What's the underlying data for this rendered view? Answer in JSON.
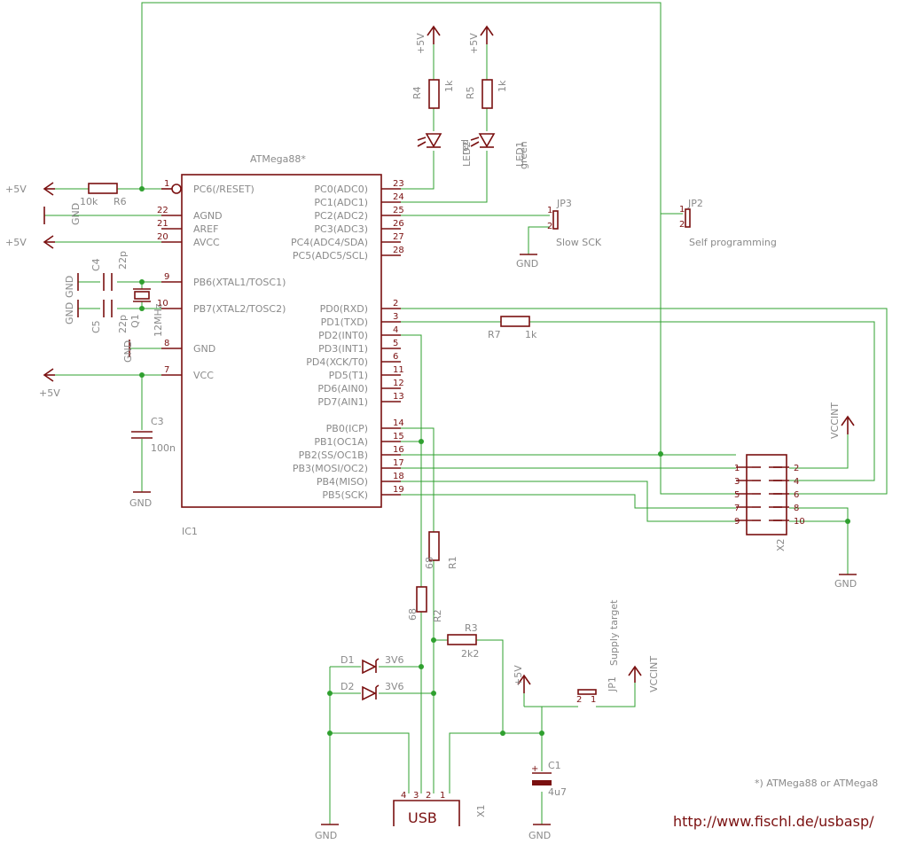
{
  "schematic": {
    "url": "http://www.fischl.de/usbasp/",
    "footnote": "*) ATMega88 or ATMega8",
    "mcu": {
      "name": "ATMega88*",
      "ref": "IC1",
      "left_pins": [
        {
          "num": "1",
          "name": "PC6(/RESET)"
        },
        {
          "num": "22",
          "name": "AGND"
        },
        {
          "num": "21",
          "name": "AREF"
        },
        {
          "num": "20",
          "name": "AVCC"
        },
        {
          "num": "9",
          "name": "PB6(XTAL1/TOSC1)"
        },
        {
          "num": "10",
          "name": "PB7(XTAL2/TOSC2)"
        },
        {
          "num": "8",
          "name": "GND"
        },
        {
          "num": "7",
          "name": "VCC"
        }
      ],
      "right_pins": [
        {
          "num": "23",
          "name": "PC0(ADC0)"
        },
        {
          "num": "24",
          "name": "PC1(ADC1)"
        },
        {
          "num": "25",
          "name": "PC2(ADC2)"
        },
        {
          "num": "26",
          "name": "PC3(ADC3)"
        },
        {
          "num": "27",
          "name": "PC4(ADC4/SDA)"
        },
        {
          "num": "28",
          "name": "PC5(ADC5/SCL)"
        },
        {
          "num": "2",
          "name": "PD0(RXD)"
        },
        {
          "num": "3",
          "name": "PD1(TXD)"
        },
        {
          "num": "4",
          "name": "PD2(INT0)"
        },
        {
          "num": "5",
          "name": "PD3(INT1)"
        },
        {
          "num": "6",
          "name": "PD4(XCK/T0)"
        },
        {
          "num": "11",
          "name": "PD5(T1)"
        },
        {
          "num": "12",
          "name": "PD6(AIN0)"
        },
        {
          "num": "13",
          "name": "PD7(AIN1)"
        },
        {
          "num": "14",
          "name": "PB0(ICP)"
        },
        {
          "num": "15",
          "name": "PB1(OC1A)"
        },
        {
          "num": "16",
          "name": "PB2(SS/OC1B)"
        },
        {
          "num": "17",
          "name": "PB3(MOSI/OC2)"
        },
        {
          "num": "18",
          "name": "PB4(MISO)"
        },
        {
          "num": "19",
          "name": "PB5(SCK)"
        }
      ]
    },
    "power": {
      "vcc": "+5V",
      "gnd": "GND",
      "vccint": "VCCINT"
    },
    "parts": {
      "r1": {
        "ref": "R1",
        "value": "68"
      },
      "r2": {
        "ref": "R2",
        "value": "68"
      },
      "r3": {
        "ref": "R3",
        "value": "2k2"
      },
      "r4": {
        "ref": "R4",
        "value": "1k"
      },
      "r5": {
        "ref": "R5",
        "value": "1k"
      },
      "r6": {
        "ref": "R6",
        "value": "10k"
      },
      "r7": {
        "ref": "R7",
        "value": "1k"
      },
      "c1": {
        "ref": "C1",
        "value": "4u7"
      },
      "c3": {
        "ref": "C3",
        "value": "100n"
      },
      "c4": {
        "ref": "C4",
        "value": "22p"
      },
      "c5": {
        "ref": "C5",
        "value": "22p"
      },
      "q1": {
        "ref": "Q1",
        "value": "12MHz"
      },
      "d1": {
        "ref": "D1",
        "value": "3V6"
      },
      "d2": {
        "ref": "D2",
        "value": "3V6"
      },
      "led1": {
        "ref": "LED1",
        "value": "green"
      },
      "led2": {
        "ref": "LED2",
        "value": "red"
      },
      "jp1": {
        "ref": "JP1",
        "label": "Supply target"
      },
      "jp2": {
        "ref": "JP2",
        "label": "Self programming"
      },
      "jp3": {
        "ref": "JP3",
        "label": "Slow SCK"
      },
      "x1": {
        "ref": "X1",
        "label": "USB",
        "pins": [
          "4",
          "3",
          "2",
          "1"
        ]
      },
      "x2": {
        "ref": "X2",
        "pins": [
          "1",
          "2",
          "3",
          "4",
          "5",
          "6",
          "7",
          "8",
          "9",
          "10"
        ]
      }
    },
    "jumper_pins": [
      "1",
      "2"
    ],
    "colors": {
      "part": "#7a1010",
      "wire": "#2fa02f",
      "text": "#8a8a8a"
    }
  }
}
